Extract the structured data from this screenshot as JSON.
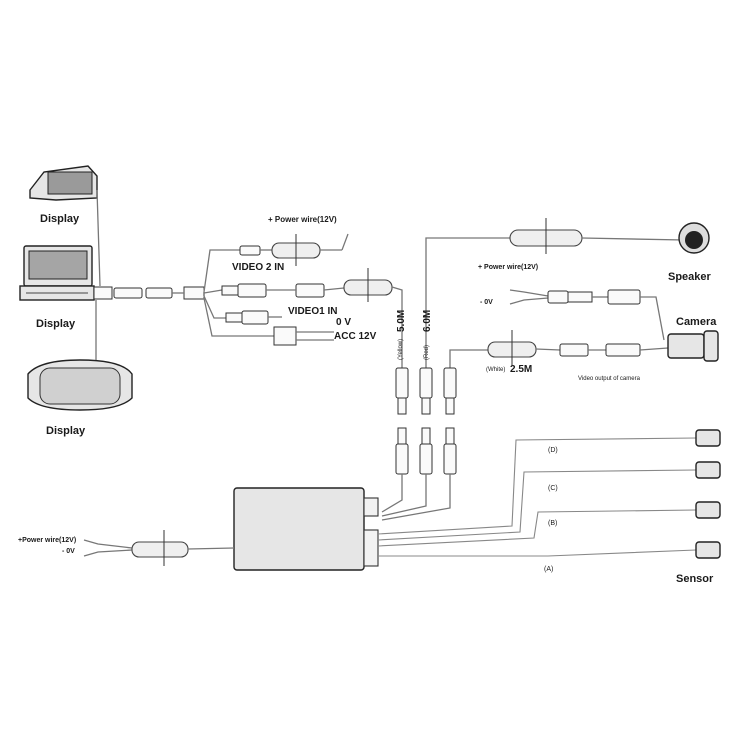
{
  "displays": {
    "display_1": "Display",
    "display_2": "Display",
    "display_3": "Display"
  },
  "inputs": {
    "power_top": "+ Power wire(12V)",
    "video2_in": "VIDEO 2 IN",
    "video1_in": "VIDEO1 IN",
    "zero_v": "0 V",
    "acc_12v": "ACC 12V"
  },
  "cables": {
    "len_5m": "5.0M",
    "len_6m": "6.0M",
    "len_25m": "2.5M",
    "yellow_tag": "(Yellow)",
    "red_tag": "(Red)",
    "white_tag": "(White)"
  },
  "camera_side": {
    "speaker": "Speaker",
    "camera": "Camera",
    "power_wire": "+ Power wire(12V)",
    "minus_0v": "- 0V",
    "video_output": "Video output of camera"
  },
  "control_box": {
    "power_wire": "+Power wire(12V)",
    "minus_0v": "- 0V"
  },
  "sensors": {
    "d": "(D)",
    "c": "(C)",
    "b": "(B)",
    "a": "(A)",
    "title": "Sensor"
  },
  "colors": {
    "line": "#777777",
    "outline": "#222222",
    "fill": "#e6e6e6",
    "text": "#1a1a1a"
  }
}
